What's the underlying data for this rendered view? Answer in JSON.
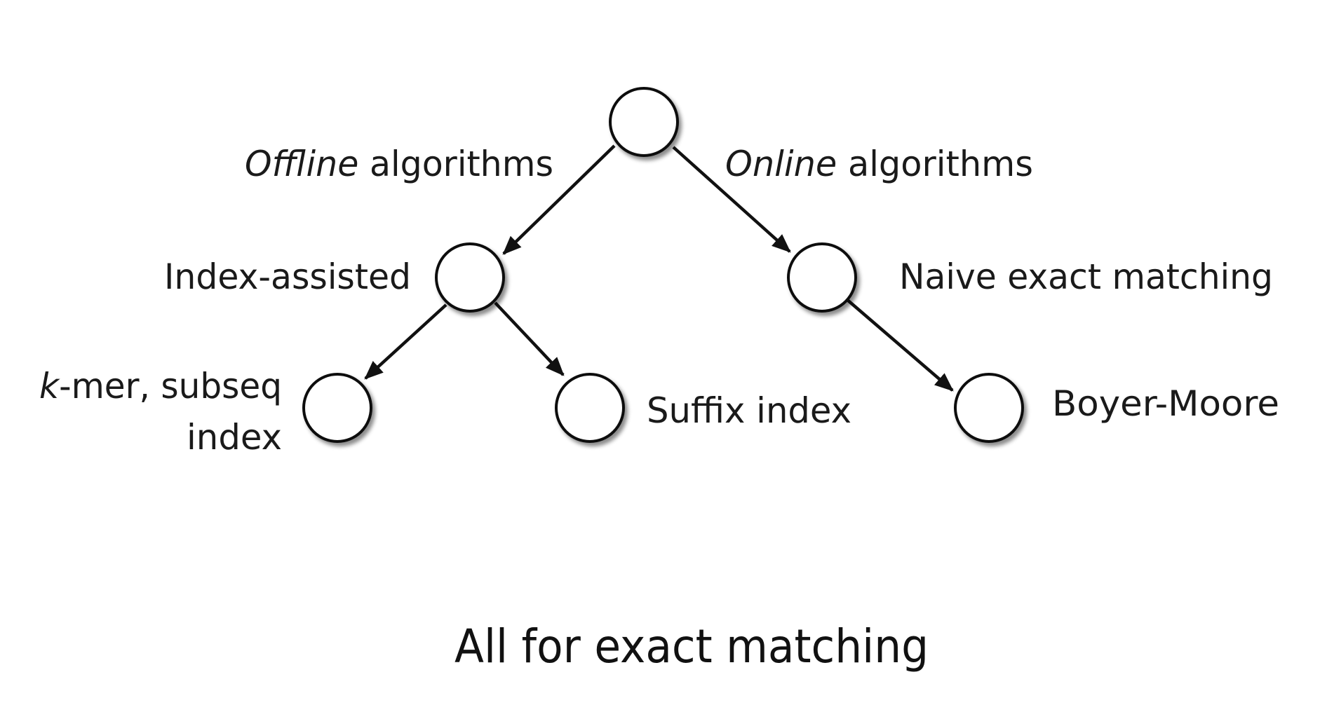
{
  "diagram": {
    "edge_labels": {
      "offline_em": "Offline",
      "offline_rest": " algorithms",
      "online_em": "Online",
      "online_rest": " algorithms"
    },
    "nodes": {
      "index_assisted": "Index-assisted",
      "naive": "Naive exact matching",
      "kmer_em": "k",
      "kmer_rest": "-mer, subseq",
      "kmer_line2": "index",
      "suffix": "Suffix index",
      "boyer_moore": "Boyer-Moore"
    },
    "caption": "All for exact matching"
  }
}
